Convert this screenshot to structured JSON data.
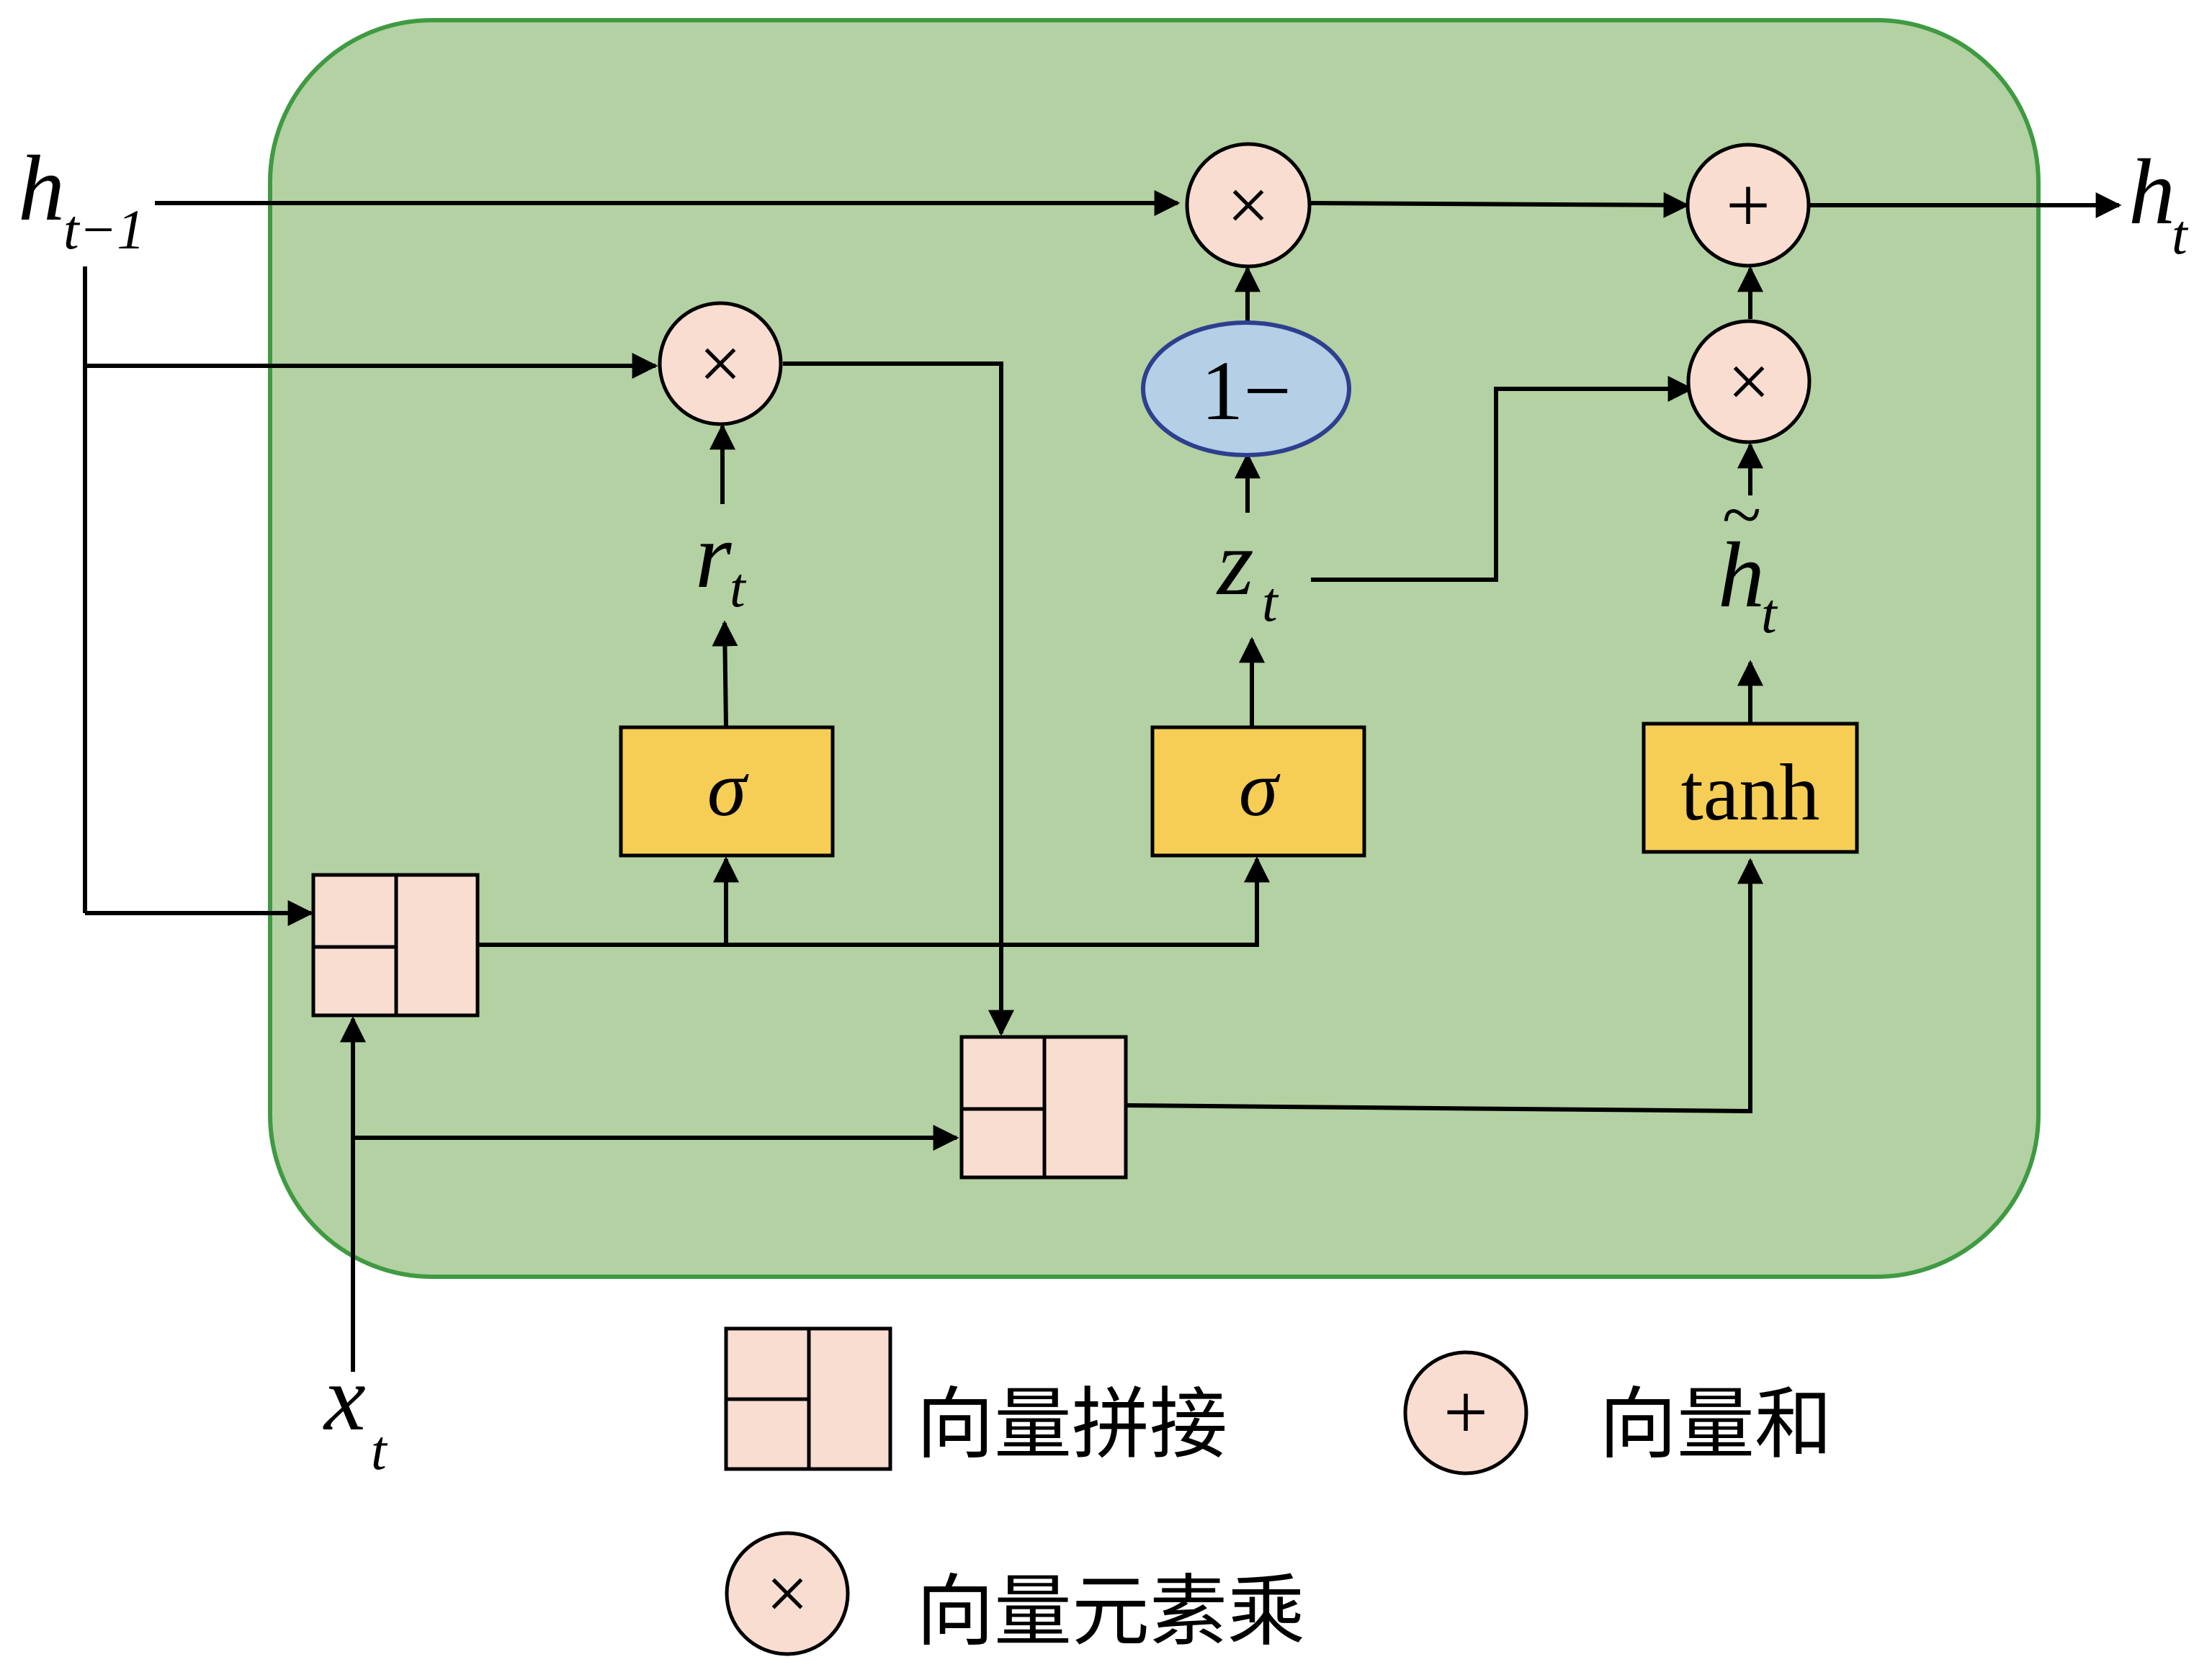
{
  "colors": {
    "cell_fill": "#b3d1a2",
    "cell_border": "#3f9a42",
    "gate_fill": "#f6cd55",
    "op_fill": "#f9ddd0",
    "one_minus_border": "#2e3f8f"
  },
  "inputs": {
    "h_prev": {
      "base": "h",
      "sub": "t−1"
    },
    "x_t": {
      "base": "x",
      "sub": "t"
    }
  },
  "output": {
    "h_t": {
      "base": "h",
      "sub": "t"
    }
  },
  "gates": {
    "reset": {
      "symbol": "σ"
    },
    "update": {
      "symbol": "σ"
    },
    "candidate": {
      "symbol": "tanh"
    }
  },
  "operators": {
    "multiply": "×",
    "add": "+",
    "one_minus": "1−"
  },
  "signals": {
    "r_t": {
      "base": "r",
      "sub": "t"
    },
    "z_t": {
      "base": "z",
      "sub": "t"
    },
    "h_tilde": {
      "base": "h",
      "sub": "t",
      "accent": "~"
    }
  },
  "legend": {
    "concat": "向量拼接",
    "sum": "向量和",
    "elementwise": "向量元素乘"
  }
}
